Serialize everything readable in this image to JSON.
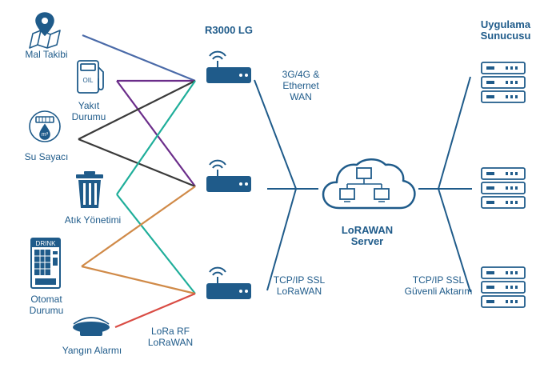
{
  "title": "R3000 LG",
  "devices": [
    {
      "label": "Mal Takibi",
      "icon": "map-pin-icon"
    },
    {
      "label": "Yakıt Durumu",
      "icon": "fuel-pump-icon",
      "icon_text": "OIL"
    },
    {
      "label": "Su Sayacı",
      "icon": "water-meter-icon",
      "icon_text": "m³"
    },
    {
      "label": "Atık Yönetimi",
      "icon": "trash-bin-icon"
    },
    {
      "label": "Otomat Durumu",
      "icon": "vending-machine-icon",
      "icon_text": "DRINK"
    },
    {
      "label": "Yangın Alarmı",
      "icon": "smoke-detector-icon"
    }
  ],
  "gateway_link_label": "LoRa RF LoRaWAN",
  "backhaul_top_label": "3G/4G & Ethernet WAN",
  "backhaul_bottom_label": "TCP/IP SSL LoRaWAN",
  "server": {
    "label": "LoRAWAN Server",
    "icon": "cloud-network-icon"
  },
  "app_link_label": "TCP/IP SSL Güvenli Aktarım",
  "app_server_title": "Uygulama Sunucusu",
  "colors": {
    "primary": "#1f5b8a",
    "line_blue": "#4a6aa8",
    "line_purple": "#6b2d8a",
    "line_dark": "#3a3a3a",
    "line_teal": "#1fae9a",
    "line_orange": "#d08a48",
    "line_red": "#d94c44"
  }
}
